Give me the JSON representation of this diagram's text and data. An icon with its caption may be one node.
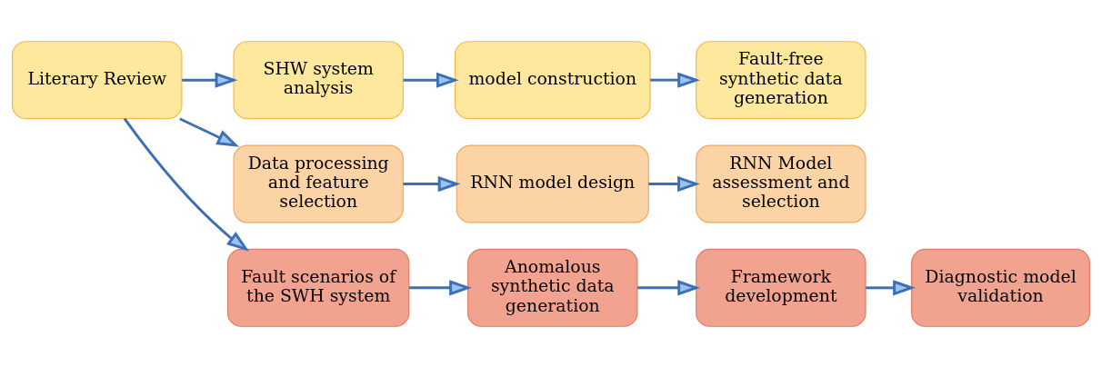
{
  "diagram": {
    "nodes": [
      {
        "text": [
          "Literary Review"
        ]
      },
      {
        "text": [
          "SHW system analysis"
        ]
      },
      {
        "text": [
          "model construction"
        ]
      },
      {
        "text": [
          "Fault-free synthetic data generation"
        ]
      },
      {
        "text": [
          "Data processing and feature selection"
        ]
      },
      {
        "text": [
          "RNN model design"
        ]
      },
      {
        "text": [
          "RNN Model assessment and selection"
        ]
      },
      {
        "text": [
          "Fault scenarios of the SWH system"
        ]
      },
      {
        "text": [
          "Anomalous synthetic data generation"
        ]
      },
      {
        "text": [
          "Framework development"
        ]
      },
      {
        "text": [
          "Diagnostic model validation"
        ]
      }
    ],
    "edges": [
      {
        "from": 0,
        "to": 1,
        "arrow": "to"
      },
      {
        "from": 1,
        "to": 2,
        "arrow": "to"
      },
      {
        "from": 2,
        "to": 3,
        "arrow": "to"
      },
      {
        "from": 0,
        "to": 4,
        "arrow": "to"
      },
      {
        "from": 4,
        "to": 5,
        "arrow": "to"
      },
      {
        "from": 5,
        "to": 6,
        "arrow": "to"
      },
      {
        "from": 0,
        "to": 7,
        "arrow": "to"
      },
      {
        "from": 7,
        "to": 8,
        "arrow": "to"
      },
      {
        "from": 8,
        "to": 9,
        "arrow": "to"
      },
      {
        "from": 9,
        "to": 10,
        "arrow": "to"
      }
    ]
  }
}
